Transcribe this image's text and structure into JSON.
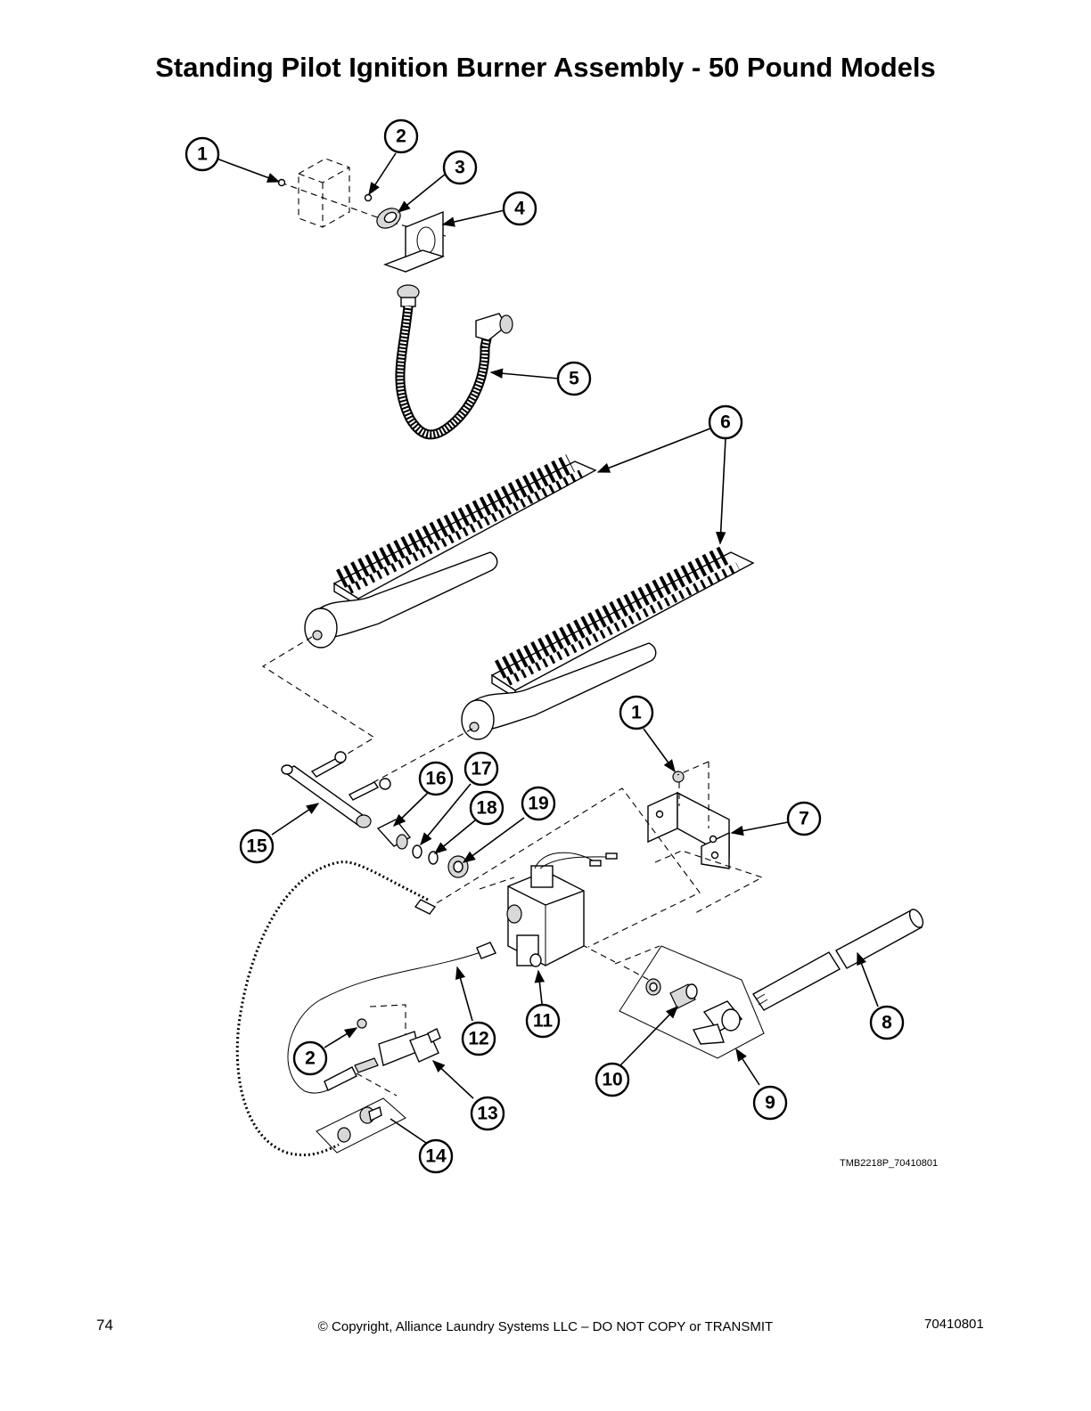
{
  "page": {
    "title": "Standing Pilot Ignition Burner Assembly - 50 Pound Models",
    "drawing_ref": "TMB2218P_70410801",
    "page_number": "74",
    "copyright": "© Copyright, Alliance Laundry Systems LLC – DO NOT COPY or TRANSMIT",
    "doc_number": "70410801"
  },
  "callouts": [
    {
      "label": "1"
    },
    {
      "label": "2"
    },
    {
      "label": "3"
    },
    {
      "label": "4"
    },
    {
      "label": "5"
    },
    {
      "label": "6"
    },
    {
      "label": "1"
    },
    {
      "label": "7"
    },
    {
      "label": "15"
    },
    {
      "label": "16"
    },
    {
      "label": "17"
    },
    {
      "label": "18"
    },
    {
      "label": "19"
    },
    {
      "label": "8"
    },
    {
      "label": "11"
    },
    {
      "label": "12"
    },
    {
      "label": "2"
    },
    {
      "label": "10"
    },
    {
      "label": "9"
    },
    {
      "label": "13"
    },
    {
      "label": "14"
    }
  ]
}
